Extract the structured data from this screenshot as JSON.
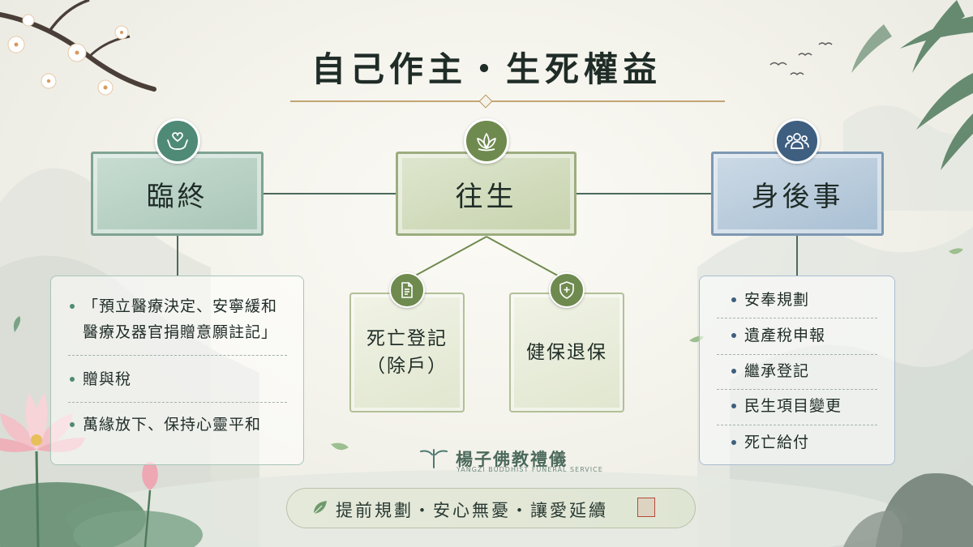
{
  "title": "自己作主・生死權益",
  "colors": {
    "left_accent": "#4f8a76",
    "mid_accent": "#6f8a4f",
    "right_accent": "#3e5f80"
  },
  "nodes": {
    "left": {
      "label": "臨終",
      "icon": "heart-hands-icon"
    },
    "mid": {
      "label": "往生",
      "icon": "lotus-icon"
    },
    "right": {
      "label": "身後事",
      "icon": "people-icon"
    }
  },
  "left_panel": {
    "items": [
      {
        "line1": "「預立醫療決定、安寧緩和",
        "line2": "醫療及器官捐贈意願註記」"
      },
      {
        "line1": "贈與稅"
      },
      {
        "line1": "萬緣放下、保持心靈平和"
      }
    ]
  },
  "mid_children": [
    {
      "line1": "死亡登記",
      "line2": "（除戶）",
      "icon": "document-icon"
    },
    {
      "line1": "健保退保",
      "icon": "shield-plus-icon"
    }
  ],
  "right_panel": {
    "items": [
      "安奉規劃",
      "遺產稅申報",
      "繼承登記",
      "民生項目變更",
      "死亡給付"
    ]
  },
  "brand": {
    "name": "楊子佛教禮儀",
    "subtitle": "YANGZI BUDDHIST FUNERAL SERVICE",
    "icon": "brand-logo-icon"
  },
  "footer": {
    "text": "提前規劃・安心無憂・讓愛延續",
    "icon": "leaf-icon"
  }
}
